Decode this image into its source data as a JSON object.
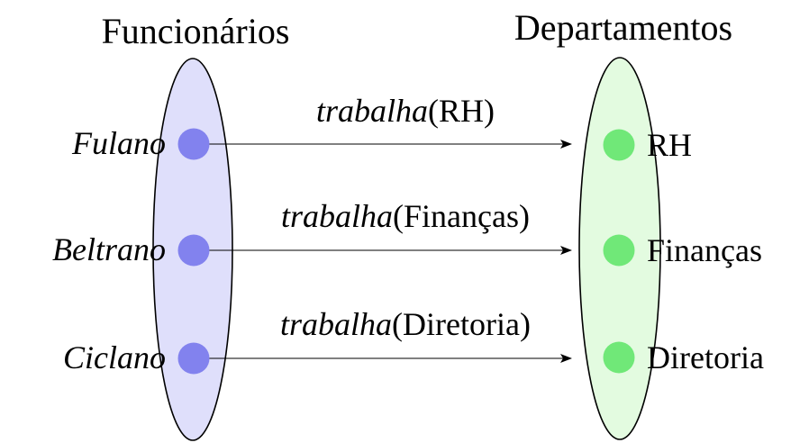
{
  "diagram": {
    "type": "set-mapping",
    "left_set": {
      "title": "Funcionários",
      "fill": "#dfdffb",
      "dot_color": "#8282ee",
      "members": [
        "Fulano",
        "Beltrano",
        "Ciclano"
      ]
    },
    "right_set": {
      "title": "Departamentos",
      "fill": "#e3fbe0",
      "dot_color": "#70e878",
      "members": [
        "RH",
        "Finanças",
        "Diretoria"
      ]
    },
    "edges": [
      {
        "from": "Fulano",
        "to": "RH",
        "label_italic": "trabalha",
        "label_roman": "(RH)"
      },
      {
        "from": "Beltrano",
        "to": "Finanças",
        "label_italic": "trabalha",
        "label_roman": "(Finanças)"
      },
      {
        "from": "Ciclano",
        "to": "Diretoria",
        "label_italic": "trabalha",
        "label_roman": "(Diretoria)"
      }
    ],
    "stroke_color": "#000000"
  }
}
